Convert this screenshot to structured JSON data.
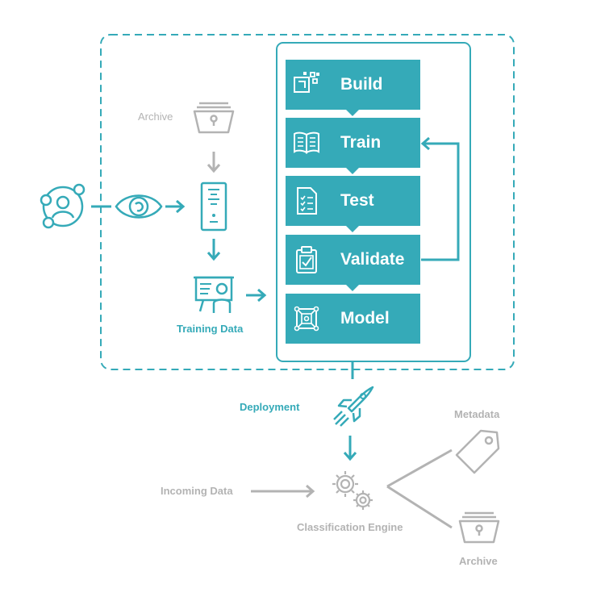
{
  "stages": {
    "build": "Build",
    "train": "Train",
    "test": "Test",
    "validate": "Validate",
    "model": "Model"
  },
  "labels": {
    "archive_top": "Archive",
    "training_data": "Training Data",
    "deployment": "Deployment",
    "metadata": "Metadata",
    "incoming_data": "Incoming Data",
    "classification_engine": "Classification Engine",
    "archive_bottom": "Archive"
  },
  "colors": {
    "teal": "#35aab8",
    "gray": "#b3b3b3",
    "white": "#ffffff"
  },
  "icons": {
    "user": "user-network-icon",
    "eye": "eye-icon",
    "server": "server-icon",
    "presentation": "presentation-icon",
    "rocket": "rocket-icon",
    "gears": "gears-icon",
    "tag": "tag-icon",
    "archive": "archive-box-icon"
  }
}
